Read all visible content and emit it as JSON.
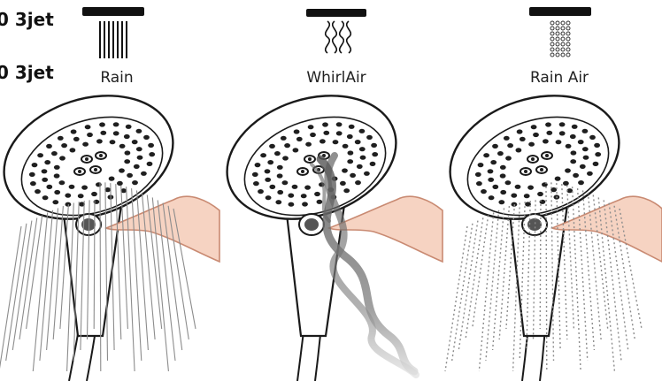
{
  "headings": {
    "line1": "0 3jet",
    "line2": "0 3jet"
  },
  "modes": [
    {
      "label": "Rain",
      "icon": "rain-spray-icon"
    },
    {
      "label": "WhirlAir",
      "icon": "whirl-spray-icon"
    },
    {
      "label": "Rain Air",
      "icon": "rain-air-spray-icon"
    }
  ],
  "colors": {
    "outline": "#1a1a1a",
    "nozzle": "#2a2a2a",
    "skin": "#f6d3c2",
    "skin_outline": "#c98a72",
    "spray": "#8c8c8c",
    "whirl": "#7a7a7a"
  }
}
